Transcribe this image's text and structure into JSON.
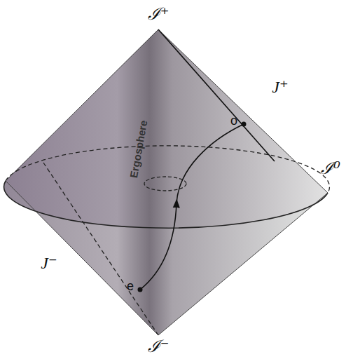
{
  "diagram": {
    "labels": [
      "ℐ⁺",
      "J⁺",
      "o",
      "ℐ⁰",
      "Ergosphere",
      "J⁻",
      "e",
      "ℐ⁻"
    ]
  }
}
